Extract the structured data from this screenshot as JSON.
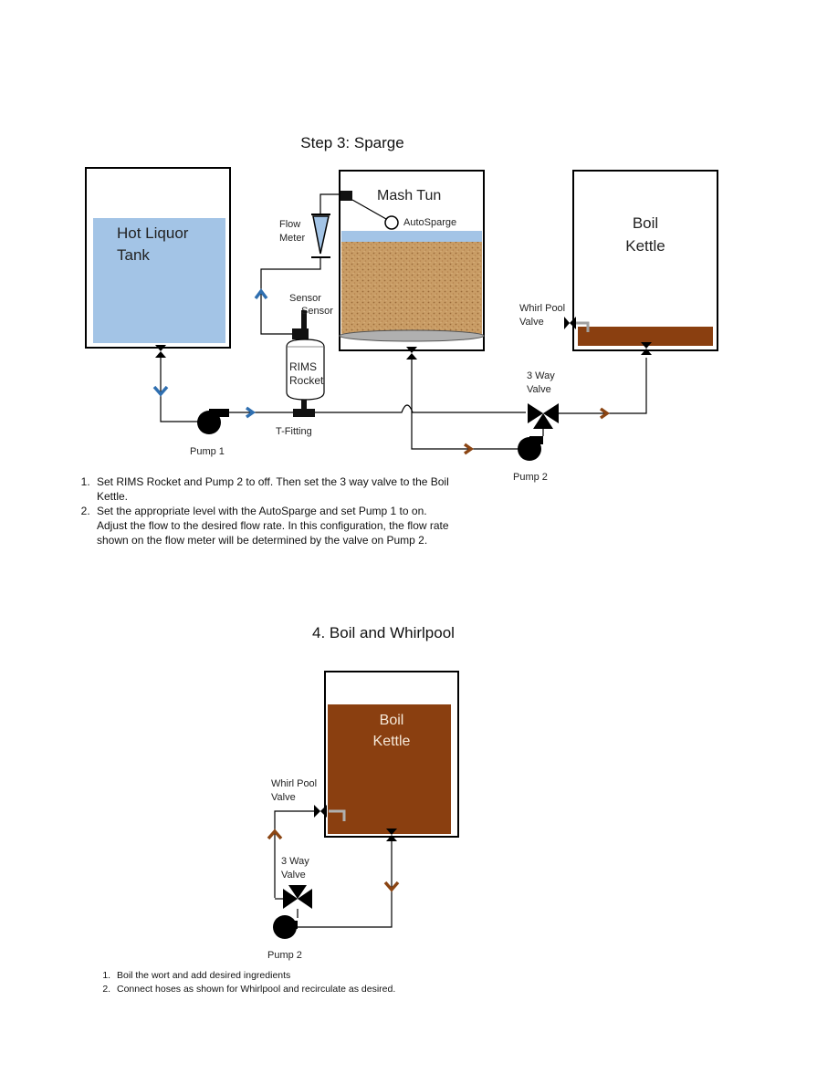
{
  "step3": {
    "title": "Step 3: Sparge",
    "labels": {
      "hlt": [
        "Hot Liquor",
        "Tank"
      ],
      "mash_tun": "Mash Tun",
      "autosparge": "AutoSparge",
      "boil_kettle": [
        "Boil",
        "Kettle"
      ],
      "flow_meter": [
        "Flow",
        "Meter"
      ],
      "sensor1": "Sensor",
      "sensor2": "Sensor",
      "rims": [
        "RIMS",
        "Rocket"
      ],
      "t_fitting": "T-Fitting",
      "pump1": "Pump 1",
      "pump2": "Pump 2",
      "whirlpool_valve": [
        "Whirl Pool",
        "Valve"
      ],
      "three_way_valve": [
        "3 Way",
        "Valve"
      ]
    },
    "instructions": [
      "Set RIMS Rocket and Pump 2 to off. Then set the 3 way valve to the Boil Kettle.",
      "Set the appropriate level with the AutoSparge and set Pump 1 to on. Adjust the flow to the desired flow rate. In this configuration, the flow rate shown on the flow meter will be determined by the valve on Pump 2."
    ]
  },
  "step4": {
    "title": "4. Boil and Whirlpool",
    "labels": {
      "boil_kettle": [
        "Boil",
        "Kettle"
      ],
      "whirlpool_valve": [
        "Whirl Pool",
        "Valve"
      ],
      "three_way_valve": [
        "3 Way",
        "Valve"
      ],
      "pump2": "Pump 2"
    },
    "instructions": [
      "Boil the wort and add desired ingredients",
      "Connect hoses as shown for Whirlpool and recirculate as desired."
    ]
  },
  "colors": {
    "water": "#a3c4e6",
    "wort": "#8a3f10",
    "grain": "#c79a62",
    "flow_blue": "#2f6fb0",
    "flow_brown": "#8b4513"
  }
}
